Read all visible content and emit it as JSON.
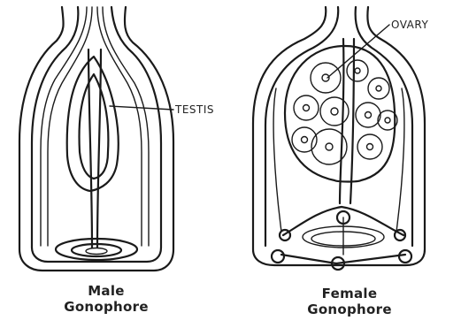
{
  "labels": {
    "testis": "TESTIS",
    "ovary": "OVARY"
  },
  "captions": {
    "male": [
      "Male",
      "Gonophore"
    ],
    "female": [
      "Female",
      "Gonophore"
    ]
  }
}
